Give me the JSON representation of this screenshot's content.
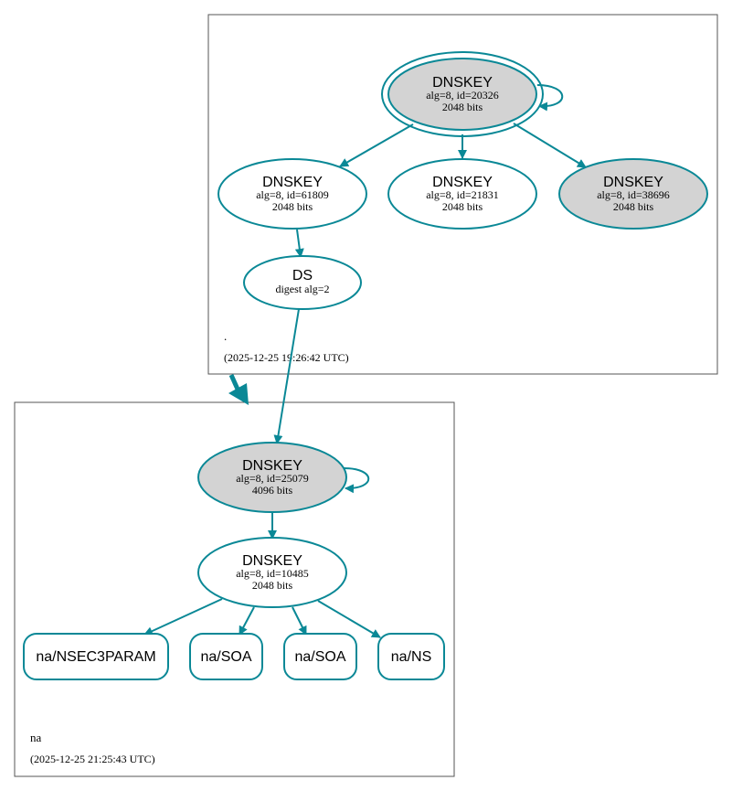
{
  "colors": {
    "edge": "#0a8896",
    "node_stroke": "#0a8896",
    "sep_fill": "#d3d3d3",
    "cluster_stroke": "#555555",
    "text": "#000000"
  },
  "zones": {
    "root": {
      "name": ".",
      "timestamp": "(2025-12-25 19:26:42 UTC)",
      "nodes": {
        "ksk": {
          "title": "DNSKEY",
          "line1": "alg=8, id=20326",
          "line2": "2048 bits",
          "sep": true
        },
        "zsk_a": {
          "title": "DNSKEY",
          "line1": "alg=8, id=61809",
          "line2": "2048 bits",
          "sep": false
        },
        "zsk_b": {
          "title": "DNSKEY",
          "line1": "alg=8, id=21831",
          "line2": "2048 bits",
          "sep": false
        },
        "ksk_b": {
          "title": "DNSKEY",
          "line1": "alg=8, id=38696",
          "line2": "2048 bits",
          "sep": true
        },
        "ds": {
          "title": "DS",
          "line1": "digest alg=2"
        }
      }
    },
    "na": {
      "name": "na",
      "timestamp": "(2025-12-25 21:25:43 UTC)",
      "nodes": {
        "ksk": {
          "title": "DNSKEY",
          "line1": "alg=8, id=25079",
          "line2": "4096 bits",
          "sep": true
        },
        "zsk": {
          "title": "DNSKEY",
          "line1": "alg=8, id=10485",
          "line2": "2048 bits",
          "sep": false
        },
        "rr1": {
          "label": "na/NSEC3PARAM"
        },
        "rr2": {
          "label": "na/SOA"
        },
        "rr3": {
          "label": "na/SOA"
        },
        "rr4": {
          "label": "na/NS"
        }
      }
    }
  }
}
